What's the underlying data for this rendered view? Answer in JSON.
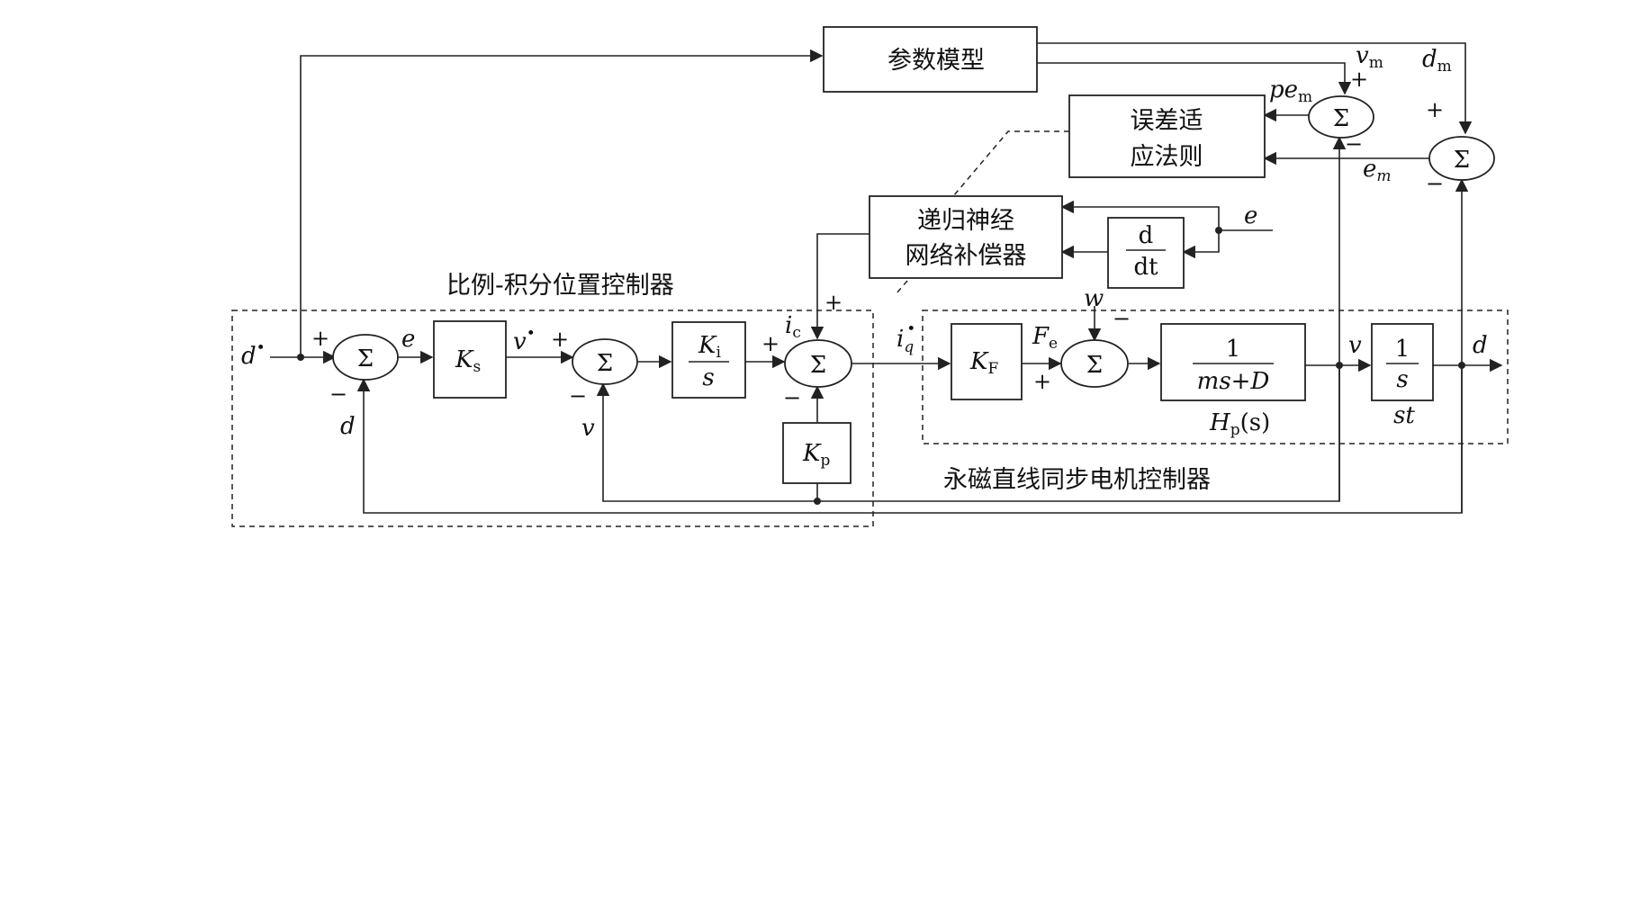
{
  "blocks": {
    "param_model": "参数模型",
    "error_law_1": "误差适",
    "error_law_2": "应法则",
    "rnn_1": "递归神经",
    "rnn_2": "网络补偿器",
    "ddt_num": "d",
    "ddt_den": "dt",
    "ks": "K",
    "ks_sub": "s",
    "ki_num": "K",
    "ki_sub": "i",
    "ki_den": "s",
    "kp": "K",
    "kp_sub": "p",
    "kf": "K",
    "kf_sub": "F",
    "plant_num": "1",
    "plant_den": "ms+D",
    "plant_label": "H",
    "plant_label_sub": "p",
    "plant_label_arg": "(s)",
    "int_num": "1",
    "int_den": "s",
    "int_label": "st"
  },
  "sum_symbol": "Σ",
  "regions": {
    "pi_controller": "比例-积分位置控制器",
    "pmlsm_controller": "永磁直线同步电机控制器"
  },
  "signals": {
    "d_star": "d",
    "d_star_sup": "•",
    "e": "e",
    "v_star": "v",
    "v_star_sup": "•",
    "ic": "i",
    "ic_sub": "c",
    "iq": "i",
    "iq_sub": "q",
    "iq_sup": "•",
    "fe": "F",
    "fe_sub": "e",
    "w": "w",
    "v_out": "v",
    "d_out": "d",
    "d_fb": "d",
    "v_fb": "v",
    "vm": "v",
    "vm_sub": "m",
    "dm": "d",
    "dm_sub": "m",
    "pem": "pe",
    "pem_sub": "m",
    "em": "e",
    "em_sub": "m",
    "e_in": "e"
  },
  "signs": {
    "plus": "+",
    "minus": "−"
  }
}
